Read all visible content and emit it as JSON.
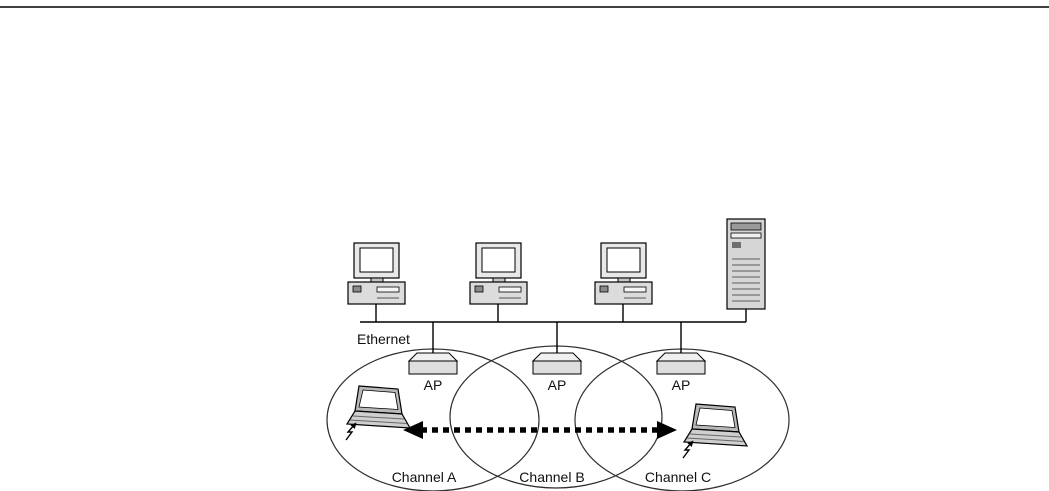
{
  "figure": {
    "ethernet_label": "Ethernet",
    "access_points": [
      {
        "label": "AP"
      },
      {
        "label": "AP"
      },
      {
        "label": "AP"
      }
    ],
    "channels": [
      {
        "label": "Channel A"
      },
      {
        "label": "Channel B"
      },
      {
        "label": "Channel C"
      }
    ],
    "icons": {
      "desktop": "desktop-pc-icon",
      "server": "server-tower-icon",
      "access_point": "access-point-icon",
      "laptop": "laptop-icon",
      "wireless": "wireless-signal-icon",
      "roaming_arrow": "roaming-arrow-icon"
    },
    "colors": {
      "background": "#ffffff",
      "line": "#000000",
      "ellipse_stroke": "#2f2f2f",
      "device_fill": "#d9d9d9"
    }
  }
}
